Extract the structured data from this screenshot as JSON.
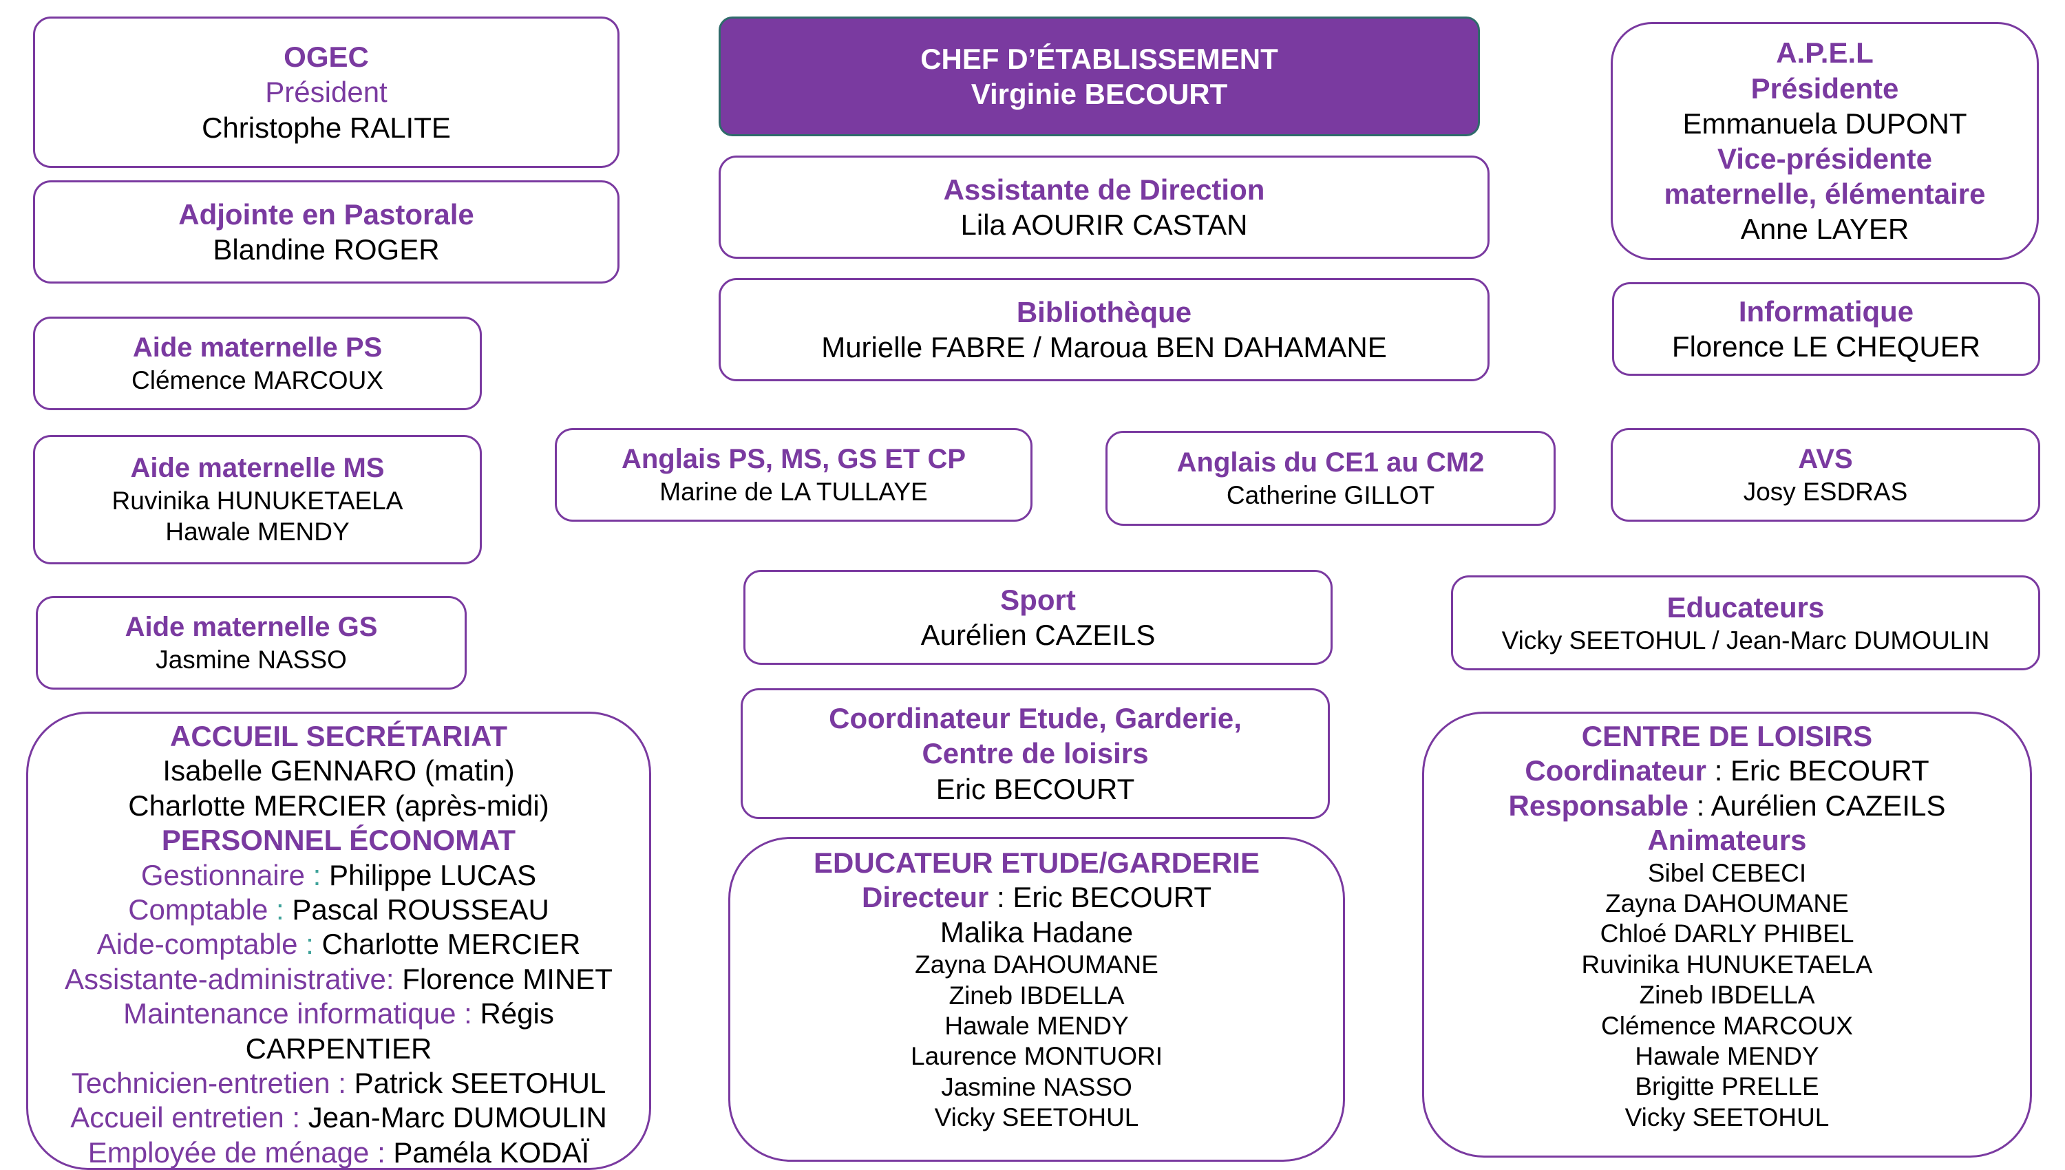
{
  "ogec": {
    "title": "OGEC",
    "role": "Président",
    "name": "Christophe RALITE"
  },
  "chef": {
    "title": "CHEF D’ÉTABLISSEMENT",
    "name": "Virginie BECOURT"
  },
  "apel": {
    "title": "A.P.E.L",
    "role1": "Présidente",
    "name1": "Emmanuela DUPONT",
    "role2a": "Vice-présidente",
    "role2b": "maternelle, élémentaire",
    "name2": "Anne LAYER"
  },
  "pastorale": {
    "title": "Adjointe en Pastorale",
    "name": "Blandine ROGER"
  },
  "assistante": {
    "title": "Assistante de Direction",
    "name": "Lila AOURIR CASTAN"
  },
  "bibliotheque": {
    "title": "Bibliothèque",
    "name": "Murielle FABRE / Maroua BEN DAHAMANE"
  },
  "informatique": {
    "title": "Informatique",
    "name": "Florence LE CHEQUER"
  },
  "aide_ps": {
    "title": "Aide maternelle PS",
    "name": "Clémence MARCOUX"
  },
  "aide_ms": {
    "title": "Aide maternelle MS",
    "name1": "Ruvinika HUNUKETAELA",
    "name2": "Hawale MENDY"
  },
  "anglais_ps": {
    "title": "Anglais PS, MS, GS ET CP",
    "name": "Marine de LA TULLAYE"
  },
  "anglais_ce1": {
    "title": "Anglais du CE1 au CM2",
    "name": "Catherine GILLOT"
  },
  "avs": {
    "title": "AVS",
    "name": "Josy ESDRAS"
  },
  "aide_gs": {
    "title": "Aide maternelle GS",
    "name": "Jasmine NASSO"
  },
  "sport": {
    "title": "Sport",
    "name": "Aurélien CAZEILS"
  },
  "educateurs": {
    "title": "Educateurs",
    "name": "Vicky SEETOHUL / Jean-Marc DUMOULIN"
  },
  "coordinateur": {
    "title1": "Coordinateur Etude, Garderie,",
    "title2": "Centre de loisirs",
    "name": "Eric BECOURT"
  },
  "accueil": {
    "title": "ACCUEIL SECRÉTARIAT",
    "name1": "Isabelle GENNARO (matin)",
    "name2": "Charlotte MERCIER (après-midi)",
    "title2": "PERSONNEL ÉCONOMAT",
    "r1": "Gestionnaire",
    "s1": " : ",
    "n1": "Philippe LUCAS",
    "r2": "Comptable",
    "s2": " : ",
    "n2": "Pascal ROUSSEAU",
    "r3": "Aide-comptable",
    "s3": " : ",
    "n3": "Charlotte MERCIER",
    "r4": "Assistante-administrative:",
    "n4": " Florence MINET",
    "r5": "Maintenance informatique",
    "s5": " : ",
    "n5a": "Régis",
    "n5b": "CARPENTIER",
    "r6": "Technicien-entretien",
    "s6": " : ",
    "n6": "Patrick SEETOHUL",
    "r7": "Accueil entretien",
    "s7": " : ",
    "n7": "Jean-Marc DUMOULIN",
    "r8": "Employée de ménage",
    "s8": " : ",
    "n8": "Paméla KODAÏ"
  },
  "educ_etude": {
    "title": "EDUCATEUR ETUDE/GARDERIE",
    "role": "Directeur",
    "sep": " : ",
    "dname": "Eric BECOURT",
    "names": [
      "Malika Hadane",
      "Zayna DAHOUMANE",
      "Zineb IBDELLA",
      "Hawale MENDY",
      "Laurence MONTUORI",
      "Jasmine NASSO",
      "Vicky SEETOHUL"
    ]
  },
  "loisirs": {
    "title": "CENTRE DE LOISIRS",
    "r1": "Coordinateur",
    "s1": " : ",
    "n1": "Eric BECOURT",
    "r2": "Responsable",
    "s2": " : ",
    "n2": "Aurélien CAZEILS",
    "title2": "Animateurs",
    "names": [
      "Sibel CEBECI",
      "Zayna DAHOUMANE",
      "Chloé DARLY PHIBEL",
      "Ruvinika HUNUKETAELA",
      "Zineb IBDELLA",
      "Clémence MARCOUX",
      "Hawale MENDY",
      "Brigitte PRELLE",
      "Vicky SEETOHUL"
    ]
  },
  "colors": {
    "accent": "#7a3aa0",
    "separator": "#3fa39a",
    "chef_border": "#2f6b6b"
  }
}
